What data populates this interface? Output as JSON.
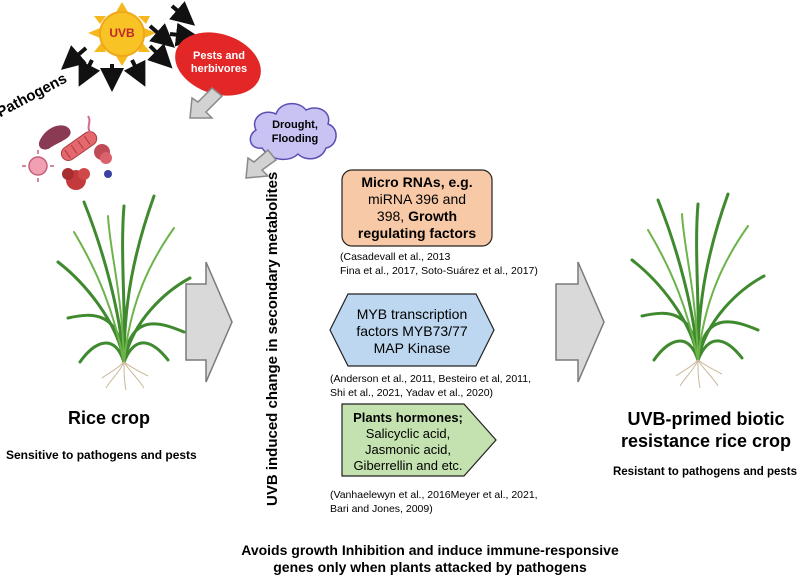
{
  "sun": {
    "label": "UVB",
    "color": "#f7c325",
    "label_color": "#c0272d"
  },
  "stressors": {
    "pests": "Pests and\nherbivores",
    "pathogens": "Pathogens",
    "drought": "Drought,\nFlooding",
    "pests_color": "#e32626",
    "drought_color": "#c9c3f3"
  },
  "left_crop": {
    "title": "Rice crop",
    "subtitle": "Sensitive to pathogens and pests"
  },
  "vertical_label": "UVB induced change in secondary metabolites",
  "boxes": [
    {
      "bold_intro": "Micro RNAs, e.g.",
      "body": "miRNA 396 and\n398, ",
      "bold_tail": "Growth\nregulating factors",
      "refs": "(Casadevall et al., 2013\nFina et al., 2017, Soto-Suárez et al.,  2017)",
      "color": "#f8c9a6"
    },
    {
      "body": "MYB transcription\nfactors MYB73/77\nMAP Kinase",
      "refs": "(Anderson et al., 2011, Besteiro et al, 2011,\nShi et al., 2021, Yadav et al., 2020)",
      "color": "#bcd7ef"
    },
    {
      "bold_intro": "Plants hormones;",
      "body": "Salicyclic acid,\nJasmonic acid,\nGiberrellin and etc.",
      "refs": "(Vanhaelewyn et al., 2016Meyer et al., 2021,\nBari and Jones, 2009)",
      "color": "#c4e2b0"
    }
  ],
  "right_crop": {
    "title": "UVB-primed biotic\nresistance rice crop",
    "subtitle": "Resistant to pathogens and pests"
  },
  "bottom_note": "Avoids growth Inhibition and induce immune-responsive\ngenes only when plants attacked by pathogens",
  "icons": [
    "sun-icon",
    "uv-ray-arrow-icon",
    "pathogen-icon",
    "rice-plant-icon",
    "grey-arrow-icon"
  ]
}
